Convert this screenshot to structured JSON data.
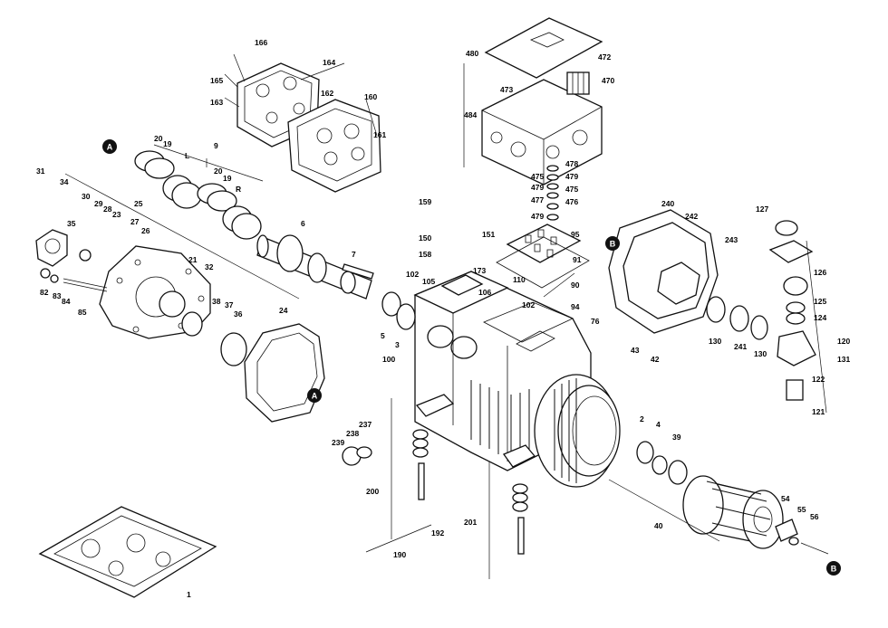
{
  "labels": [
    {
      "text": "166"
    },
    {
      "text": "164"
    },
    {
      "text": "165"
    },
    {
      "text": "162"
    },
    {
      "text": "160"
    },
    {
      "text": "163"
    },
    {
      "text": "161"
    },
    {
      "text": "480"
    },
    {
      "text": "472"
    },
    {
      "text": "470"
    },
    {
      "text": "473"
    },
    {
      "text": "484"
    },
    {
      "text": "478"
    },
    {
      "text": "475"
    },
    {
      "text": "479"
    },
    {
      "text": "479"
    },
    {
      "text": "475"
    },
    {
      "text": "477"
    },
    {
      "text": "476"
    },
    {
      "text": "479"
    },
    {
      "text": "95"
    },
    {
      "text": "91"
    },
    {
      "text": "110"
    },
    {
      "text": "90"
    },
    {
      "text": "94"
    },
    {
      "text": "76"
    },
    {
      "text": "20"
    },
    {
      "text": "19"
    },
    {
      "text": "9"
    },
    {
      "text": "L"
    },
    {
      "text": "20"
    },
    {
      "text": "19"
    },
    {
      "text": "R"
    },
    {
      "text": "31"
    },
    {
      "text": "34"
    },
    {
      "text": "35"
    },
    {
      "text": "30"
    },
    {
      "text": "29"
    },
    {
      "text": "28"
    },
    {
      "text": "23"
    },
    {
      "text": "25"
    },
    {
      "text": "27"
    },
    {
      "text": "26"
    },
    {
      "text": "82"
    },
    {
      "text": "83"
    },
    {
      "text": "84"
    },
    {
      "text": "85"
    },
    {
      "text": "21"
    },
    {
      "text": "32"
    },
    {
      "text": "38"
    },
    {
      "text": "37"
    },
    {
      "text": "36"
    },
    {
      "text": "24"
    },
    {
      "text": "6"
    },
    {
      "text": "7"
    },
    {
      "text": "159"
    },
    {
      "text": "150"
    },
    {
      "text": "151"
    },
    {
      "text": "158"
    },
    {
      "text": "173"
    },
    {
      "text": "102"
    },
    {
      "text": "105"
    },
    {
      "text": "106"
    },
    {
      "text": "102"
    },
    {
      "text": "5"
    },
    {
      "text": "3"
    },
    {
      "text": "240"
    },
    {
      "text": "242"
    },
    {
      "text": "243"
    },
    {
      "text": "127"
    },
    {
      "text": "126"
    },
    {
      "text": "125"
    },
    {
      "text": "124"
    },
    {
      "text": "130"
    },
    {
      "text": "241"
    },
    {
      "text": "130"
    },
    {
      "text": "120"
    },
    {
      "text": "122"
    },
    {
      "text": "121"
    },
    {
      "text": "131"
    },
    {
      "text": "43"
    },
    {
      "text": "42"
    },
    {
      "text": "100"
    },
    {
      "text": "237"
    },
    {
      "text": "238"
    },
    {
      "text": "239"
    },
    {
      "text": "200"
    },
    {
      "text": "192"
    },
    {
      "text": "190"
    },
    {
      "text": "201"
    },
    {
      "text": "2"
    },
    {
      "text": "4"
    },
    {
      "text": "39"
    },
    {
      "text": "40"
    },
    {
      "text": "54"
    },
    {
      "text": "55"
    },
    {
      "text": "56"
    },
    {
      "text": "1"
    }
  ],
  "callouts": [
    {
      "text": "A"
    },
    {
      "text": "A"
    },
    {
      "text": "B"
    },
    {
      "text": "B"
    }
  ]
}
